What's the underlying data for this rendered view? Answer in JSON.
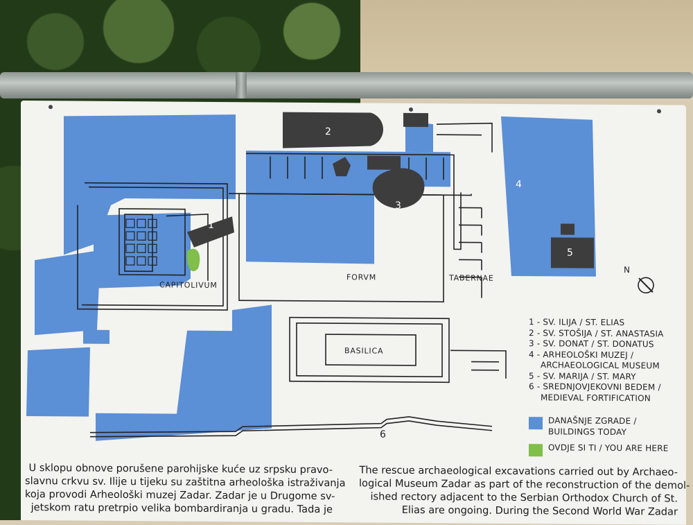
{
  "colors": {
    "buildings_today": "#5b8fd6",
    "you_are_here": "#7fbf4a",
    "dark_building": "#3d3d3d",
    "board": "#f3f3f0"
  },
  "map": {
    "building_labels": [
      "1",
      "2",
      "3",
      "4",
      "5",
      "6"
    ],
    "area_labels": {
      "capitolium": "CAPITOLIVUM",
      "forum": "FORVM",
      "tabernae": "TABERNAE",
      "basilica": "BASILICA"
    },
    "north_label": "N"
  },
  "legend": {
    "items": [
      {
        "number": "1",
        "text": "1 - SV. ILIJA / ST. ELIAS"
      },
      {
        "number": "2",
        "text": "2 - SV. STOŠIJA / ST. ANASTASIA"
      },
      {
        "number": "3",
        "text": "3 - SV. DONAT / ST. DONATUS"
      },
      {
        "number": "4",
        "text": "4 - ARHEOLOŠKI MUZEJ /",
        "text2": "ARCHAEOLOGICAL MUSEUM"
      },
      {
        "number": "5",
        "text": "5 - SV. MARIJA / ST. MARY"
      },
      {
        "number": "6",
        "text": "6 - SREDNJOVJEKOVNI BEDEM /",
        "text2": "MEDIEVAL FORTIFICATION"
      }
    ],
    "buildings_today": {
      "line1": "DANAŠNJE ZGRADE /",
      "line2": "BUILDINGS TODAY"
    },
    "you_are_here": "OVDJE SI TI / YOU ARE HERE"
  },
  "description": {
    "croatian": [
      "U sklopu obnove porušene parohijske kuće uz srpsku pravo-",
      "slavnu crkvu sv. Ilije u tijeku su zaštitna arheološka istraživanja",
      "koja provodi Arheološki muzej Zadar. Zadar je u Drugome sv-",
      "jetskom ratu pretrpio velika bombardiranja u gradu. Tada je"
    ],
    "english": [
      "The rescue archaeological excavations carried out by Archaeo-",
      "logical Museum Zadar as part of the reconstruction of the demol-",
      "ished rectory adjacent to the Serbian Orthodox Church of St.",
      "Elias are ongoing. During the Second World War Zadar"
    ]
  }
}
